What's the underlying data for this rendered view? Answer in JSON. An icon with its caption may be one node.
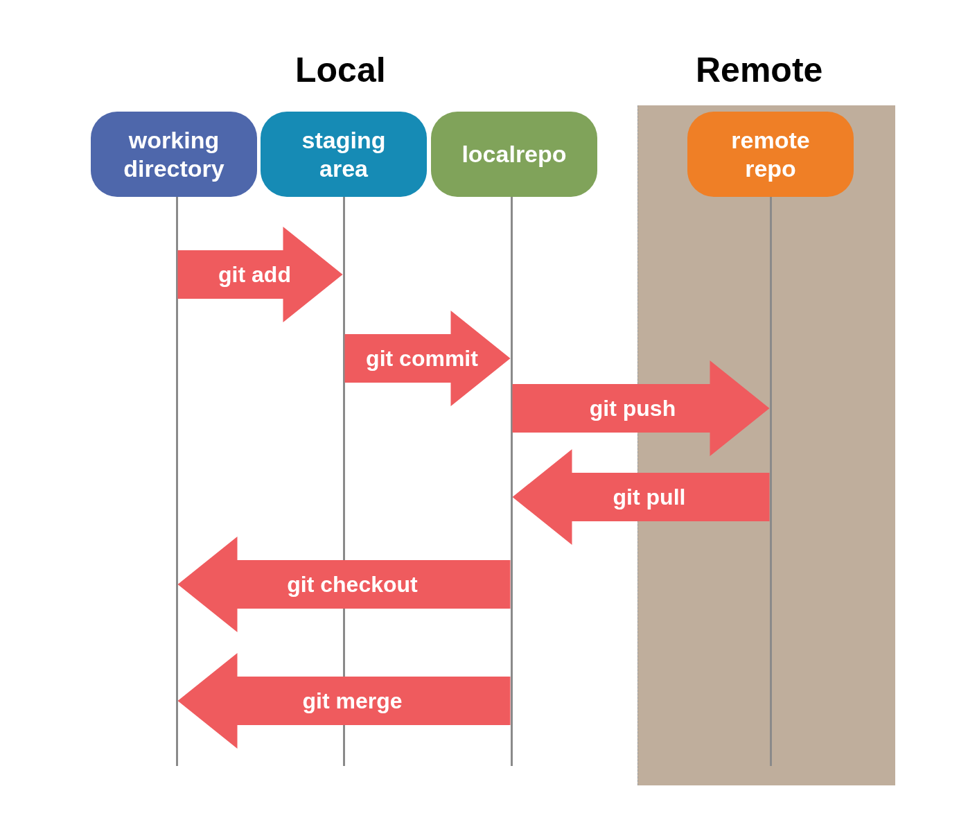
{
  "diagram": {
    "nodes": [
      {
        "text": [
          "working directory"
        ]
      },
      {
        "text": [
          "staging area"
        ]
      },
      {
        "text": [
          "localrepo"
        ]
      },
      {
        "text": [
          "Remote"
        ]
      },
      {
        "text": [
          "remote repo"
        ],
        "in": 3
      },
      {
        "text": [],
        "shape": "line"
      },
      {
        "text": [],
        "shape": "line"
      },
      {
        "text": [],
        "shape": "line"
      },
      {
        "text": [],
        "shape": "line",
        "in": 3
      }
    ],
    "edges": [
      {
        "from": 5,
        "to": 6,
        "arrow": "to",
        "label": "git add"
      },
      {
        "from": 6,
        "to": 7,
        "arrow": "to",
        "label": "git commit"
      },
      {
        "from": 7,
        "to": 8,
        "arrow": "to",
        "label": "git push"
      },
      {
        "from": 8,
        "to": 7,
        "arrow": "to",
        "label": "git pull"
      },
      {
        "from": 7,
        "to": 5,
        "arrow": "to",
        "label": "git checkout"
      },
      {
        "from": 7,
        "to": 5,
        "arrow": "to",
        "label": "git merge"
      }
    ],
    "labels": [
      "Local"
    ]
  }
}
